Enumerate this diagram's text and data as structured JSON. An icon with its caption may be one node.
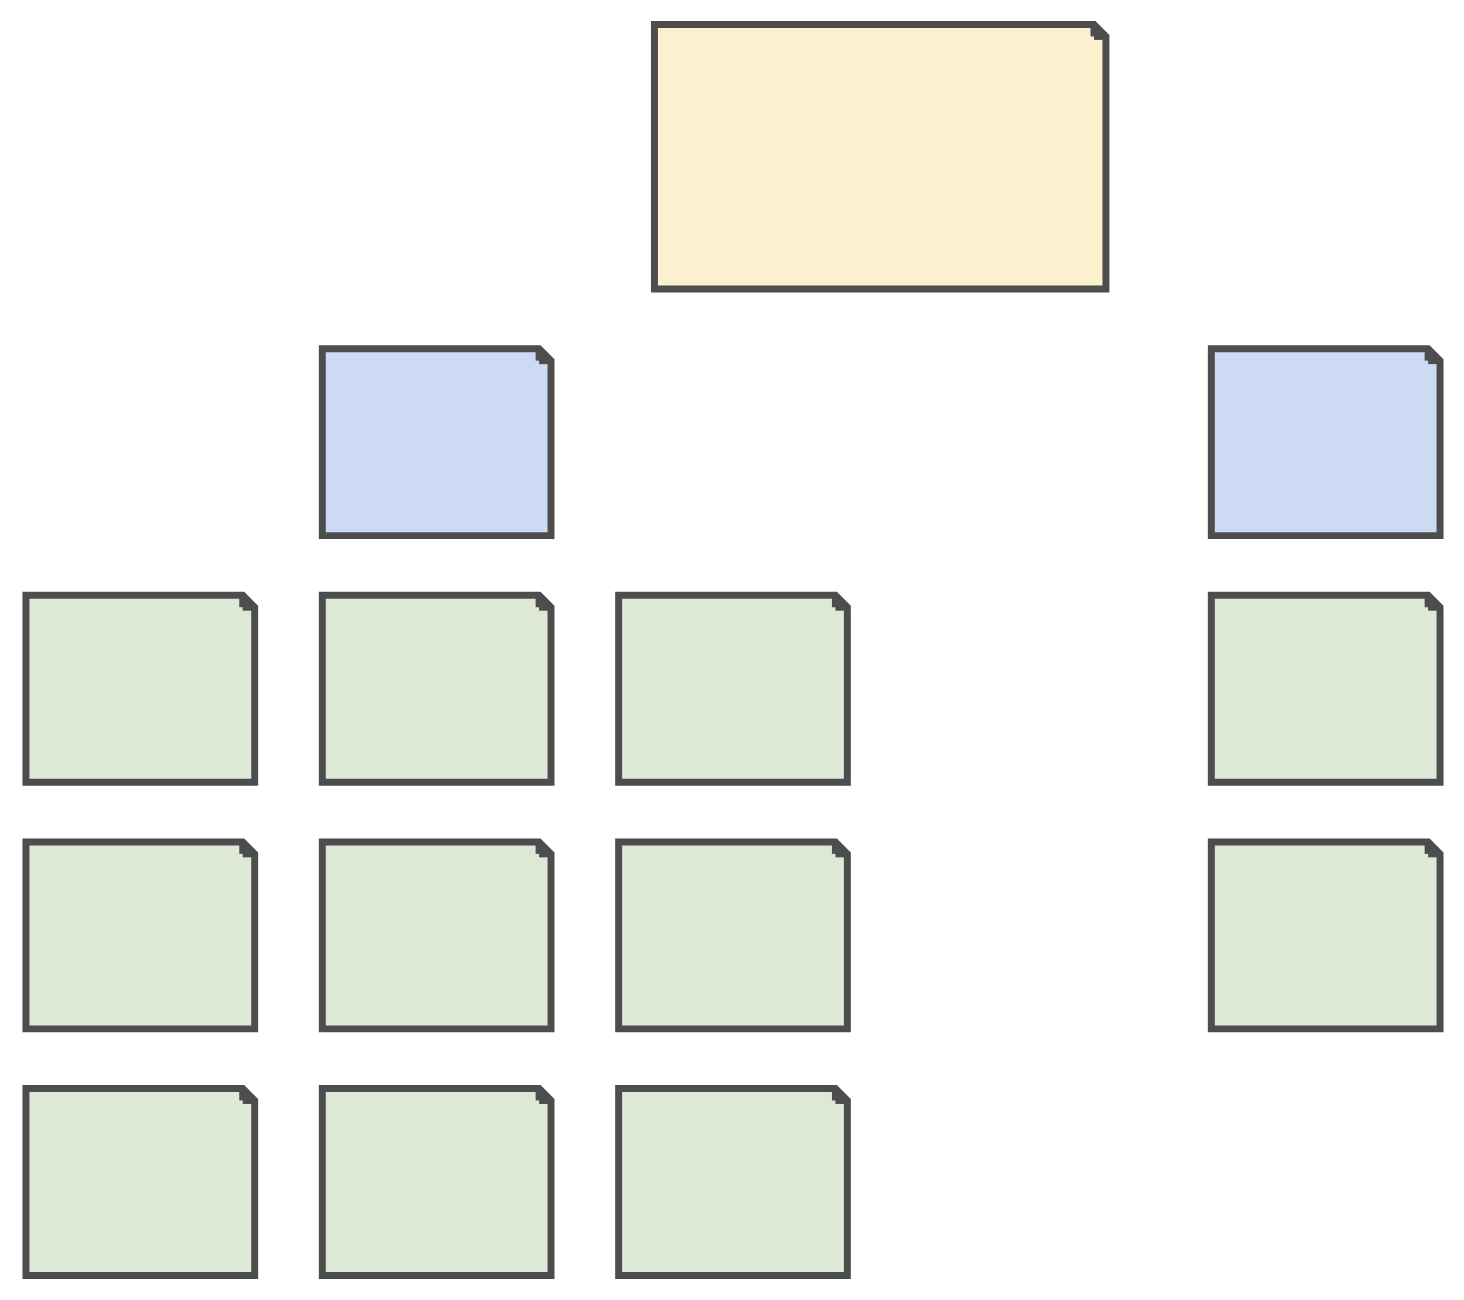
{
  "diagram": {
    "nodes": [
      {
        "text": [],
        "shape": "note"
      },
      {
        "text": [],
        "shape": "note"
      },
      {
        "text": [],
        "shape": "note"
      },
      {
        "text": [],
        "shape": "note"
      },
      {
        "text": [],
        "shape": "note"
      },
      {
        "text": [],
        "shape": "note"
      },
      {
        "text": [],
        "shape": "note"
      },
      {
        "text": [],
        "shape": "note"
      },
      {
        "text": [],
        "shape": "note"
      },
      {
        "text": [],
        "shape": "note"
      },
      {
        "text": [],
        "shape": "note"
      },
      {
        "text": [],
        "shape": "note"
      },
      {
        "text": [],
        "shape": "note"
      },
      {
        "text": [],
        "shape": "note"
      }
    ]
  }
}
